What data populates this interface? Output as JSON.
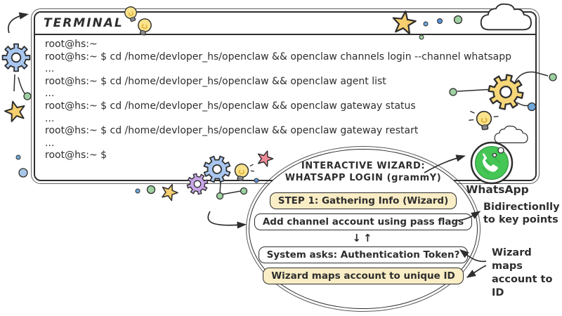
{
  "terminal": {
    "title": "TERMINAL",
    "lines": [
      "root@hs:~",
      "root@hs:~ $ cd /home/devloper_hs/openclaw && openclaw channels login --channel whatsapp",
      "...",
      "root@hs:~ $ cd /home/devloper_hs/openclaw && openclaw agent list",
      "...",
      "root@hs:~ $ cd /home/devloper_hs/openclaw && openclaw gateway status",
      "...",
      "root@hs:~ $ cd /home/devloper_hs/openclaw && openclaw gateway restart",
      "...",
      "root@hs:~ $"
    ]
  },
  "wizard": {
    "title_line1": "INTERACTIVE WIZARD:",
    "title_line2": "WHATSAPP LOGIN (grammY)",
    "flow_arrows": "↓↑",
    "steps": [
      {
        "label": "STEP 1: Gathering Info (Wizard)",
        "style": "highlight"
      },
      {
        "label": "Add channel account using pass flags",
        "style": "plain"
      },
      {
        "label": "System asks: Authentication Token?",
        "style": "plain"
      },
      {
        "label": "Wizard maps account to unique ID",
        "style": "highlight"
      }
    ]
  },
  "whatsapp": {
    "label": "WhatsApp"
  },
  "annotations": {
    "bidirectional_line1": "Bidirectionlly",
    "bidirectional_line2": "to key points",
    "wizard_maps_line1": "Wizard maps",
    "wizard_maps_line2": "account to",
    "wizard_maps_line3": "ID"
  },
  "colors": {
    "ink": "#2e2e2e",
    "highlight_box": "#faeec6",
    "gear_blue": "#a9c7ef",
    "gear_purple": "#c9a5e8",
    "gear_yellow": "#f6d678",
    "bulb_yellow": "#fbe38c",
    "star_yellow": "#f6cf6f",
    "star_pink": "#ee8a96",
    "dot_green": "#9ed1a1",
    "dot_blue": "#6fa8dc",
    "whatsapp_green": "#45c655"
  },
  "decor_icons": [
    "gear-icon",
    "lightbulb-icon",
    "star-icon",
    "cloud-icon",
    "thought-dots-icon",
    "connector-dots",
    "sketch-arrow"
  ]
}
